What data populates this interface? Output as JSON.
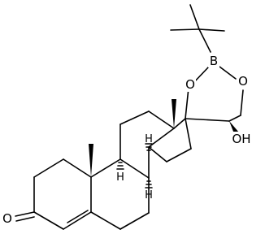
{
  "molecule": {
    "atom_labels": {
      "boron": "B",
      "ring_oxygen_left": "O",
      "ring_oxygen_right": "O",
      "hydroxyl": "OH",
      "ketone_oxygen": "O",
      "h_c9": "H",
      "h_c8": "H",
      "h_c14": "H"
    },
    "colors": {
      "bond": "#000000",
      "background": "#ffffff"
    }
  }
}
